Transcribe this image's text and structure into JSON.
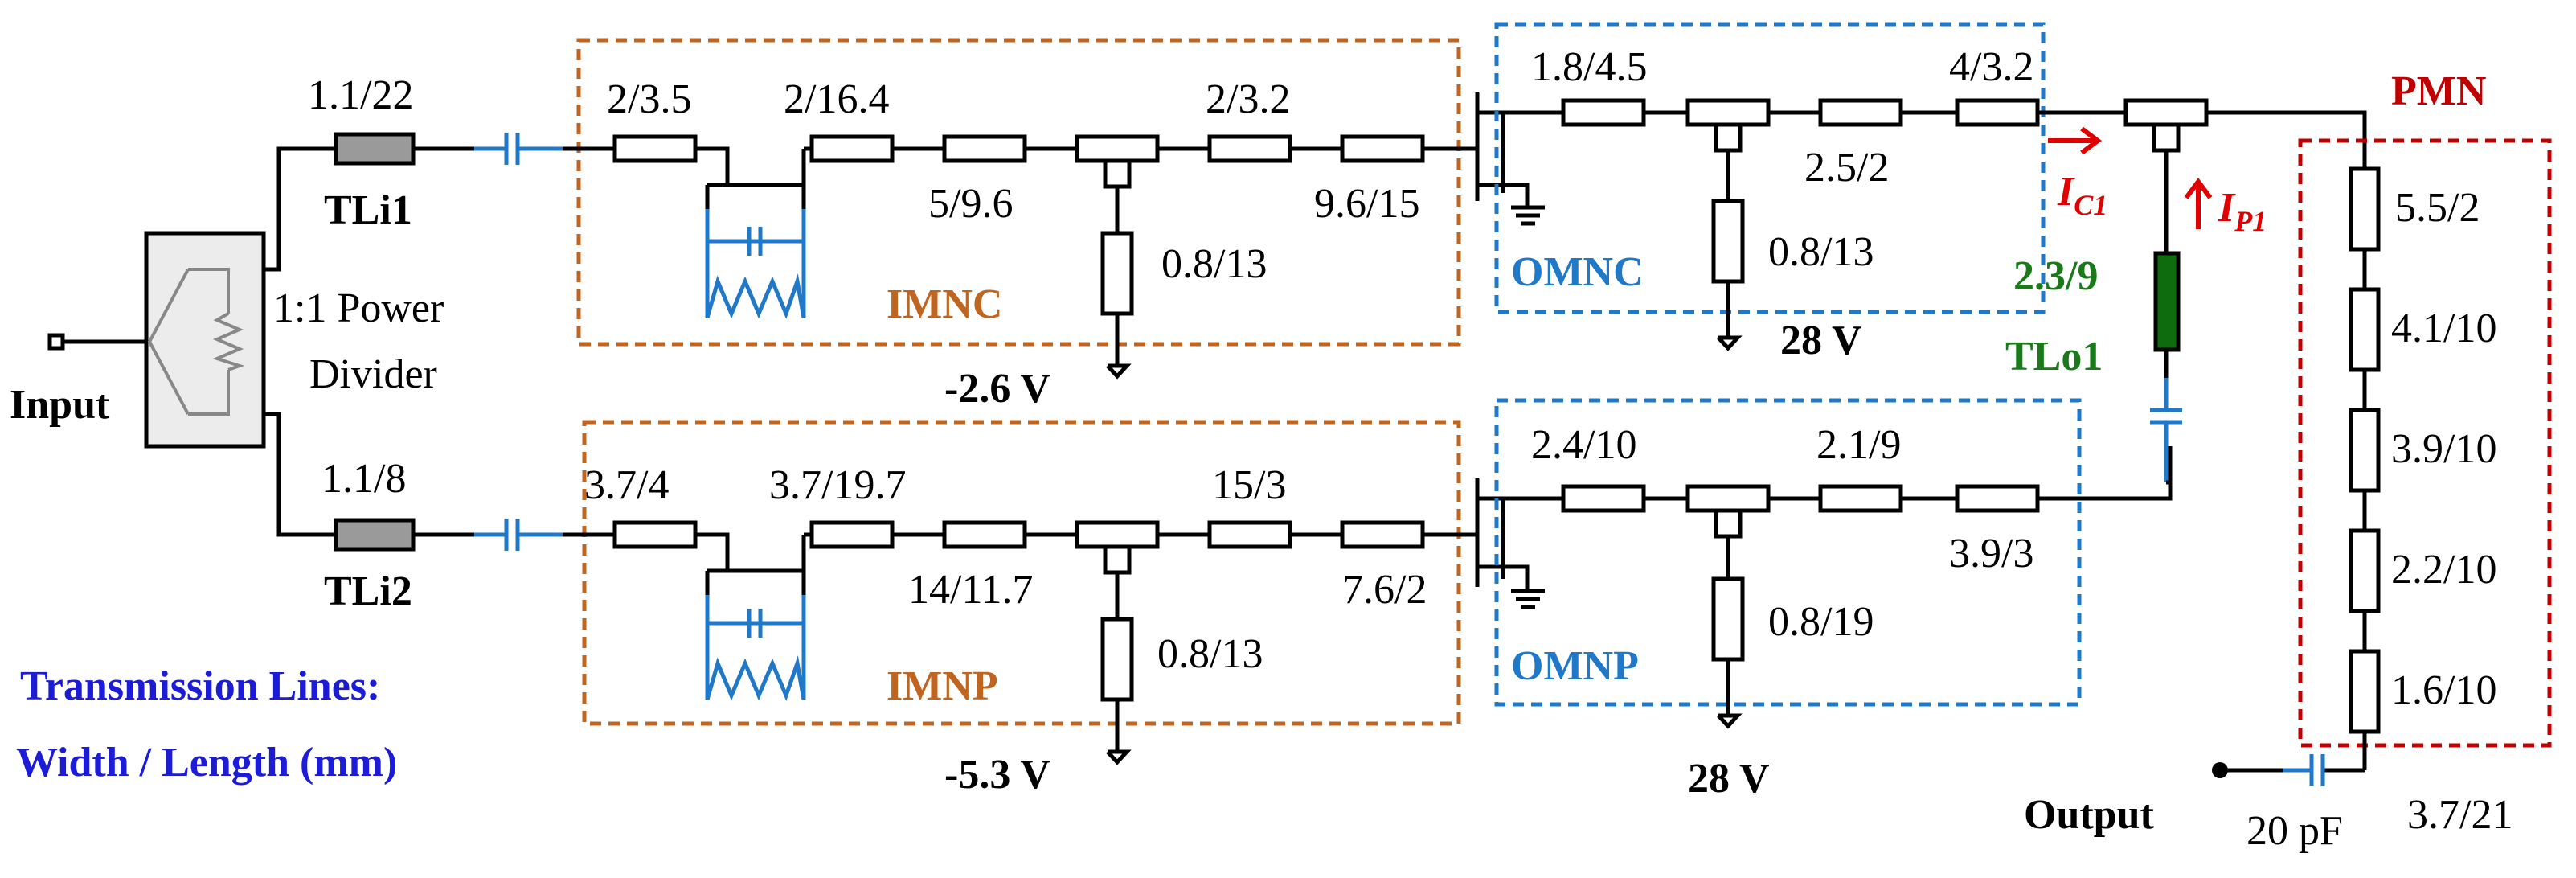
{
  "input_label": "Input",
  "output_label": "Output",
  "divider": {
    "line1": "1:1 Power",
    "line2": "Divider"
  },
  "input_lines": [
    {
      "dims": "1.1/22",
      "name": "TLi1"
    },
    {
      "dims": "1.1/8",
      "name": "TLi2"
    }
  ],
  "imnc": {
    "name": "IMNC",
    "lines": [
      "2/3.5",
      "2/16.4",
      "5/9.6",
      "2/3.2",
      "9.6/15",
      "0.8/13"
    ],
    "bias": "-2.6 V"
  },
  "imnp": {
    "name": "IMNP",
    "lines": [
      "3.7/4",
      "3.7/19.7",
      "14/11.7",
      "15/3",
      "7.6/2",
      "0.8/13"
    ],
    "bias": "-5.3 V"
  },
  "omnc": {
    "name": "OMNC",
    "lines": [
      "1.8/4.5",
      "4/3.2",
      "2.5/2",
      "0.8/13"
    ],
    "bias": "28 V"
  },
  "omnp": {
    "name": "OMNP",
    "lines": [
      "2.4/10",
      "2.1/9",
      "3.9/3",
      "0.8/19"
    ],
    "bias": "28 V"
  },
  "currents": {
    "ic1": {
      "sym": "I",
      "sub": "C1"
    },
    "ip1": {
      "sym": "I",
      "sub": "P1"
    }
  },
  "output_line": {
    "dims": "2.3/9",
    "name": "TLo1"
  },
  "pmn": {
    "name": "PMN",
    "lines": [
      "5.5/2",
      "4.1/10",
      "3.9/10",
      "2.2/10",
      "1.6/10"
    ],
    "bottom_line": "3.7/21",
    "cap": "20 pF"
  },
  "legend": {
    "line1": "Transmission Lines:",
    "line2": "Width / Length (mm)"
  },
  "colors": {
    "imn": "#c0651f",
    "omn": "#1f78c8",
    "pmn": "#c00000",
    "tlo": "#1a7a1a",
    "current": "#e00000",
    "legend": "#1c1cd8",
    "passive": "#1f78c8"
  }
}
